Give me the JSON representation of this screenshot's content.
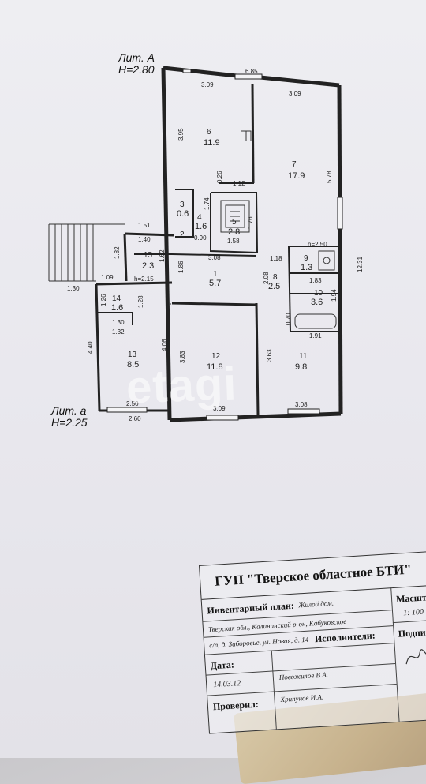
{
  "plan": {
    "lit_a_main": "Лит. А",
    "height_main": "Н=2.80",
    "lit_a_small": "Лит. а",
    "height_small": "Н=2.25",
    "watermark": "etagi",
    "rooms": [
      {
        "num": "6",
        "area": "11.9"
      },
      {
        "num": "7",
        "area": "17.9"
      },
      {
        "num": "3",
        "area": "0.6"
      },
      {
        "num": "4",
        "area": "1.6"
      },
      {
        "num": "2",
        "area": ""
      },
      {
        "num": "5",
        "area": "2.8"
      },
      {
        "num": "15",
        "area": "2.3"
      },
      {
        "num": "9",
        "area": "1.3"
      },
      {
        "num": "1",
        "area": "5.7"
      },
      {
        "num": "8",
        "area": "2.5"
      },
      {
        "num": "14",
        "area": "1.6"
      },
      {
        "num": "10",
        "area": "3.6"
      },
      {
        "num": "13",
        "area": "8.5"
      },
      {
        "num": "12",
        "area": "11.8"
      },
      {
        "num": "11",
        "area": "9.8"
      }
    ],
    "dims": [
      "6.85",
      "3.09",
      "3.09",
      "3.95",
      "0.26",
      "1.12",
      "5.78",
      "1.74",
      "1.76",
      "1.51",
      "1.40",
      "0.90",
      "1.58",
      "h=2.50",
      "12.31",
      "1.82",
      "1.62",
      "3.08",
      "1.18",
      "1.09",
      "h=2.15",
      "1.86",
      "2.08",
      "1.83",
      "1.30",
      "1.26",
      "1.28",
      "1.94",
      "1.30",
      "1.32",
      "0.70",
      "1.91",
      "4.40",
      "4.06",
      "3.83",
      "3.63",
      "2.50",
      "3.09",
      "3.08",
      "2.60"
    ]
  },
  "stamp": {
    "org": "ГУП \"Тверское областное БТИ\"",
    "plan_label": "Инвентарный план:",
    "plan_value": "Жилой дом.",
    "scale_label": "Масшт",
    "scale_value": "1: 100",
    "address_line1": "Тверская обл., Калининский р-он, Кабуковское",
    "address_line2": "с/п, д. Заборовье, ул. Новая, д. 14",
    "executor_label": "Исполнители:",
    "sign_label": "Подпис",
    "date_label": "Дата:",
    "date_value": "14.03.12",
    "executor_name": "Новожилов В.А.",
    "checked_label": "Проверил:",
    "checked_name": "Хрипунов И.А."
  }
}
